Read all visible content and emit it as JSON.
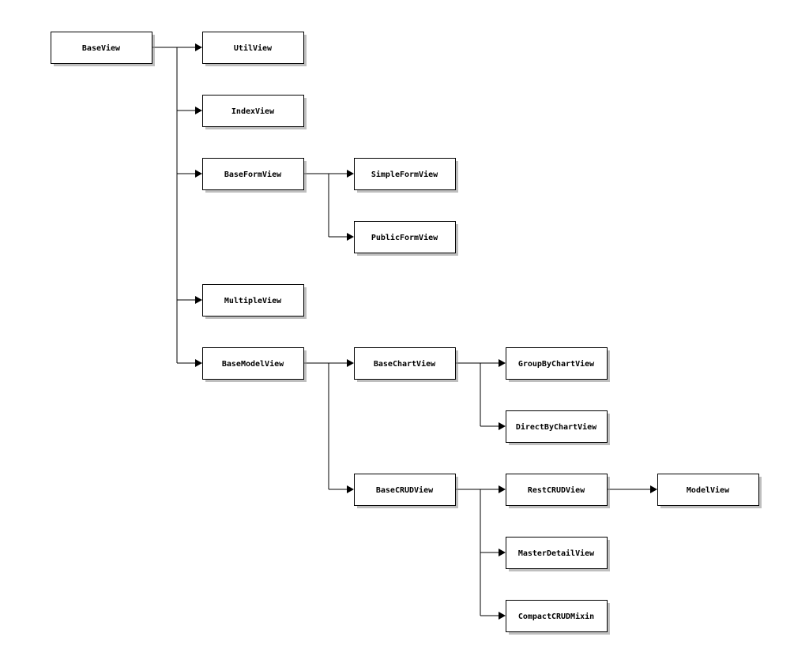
{
  "diagram": {
    "type": "class-hierarchy",
    "nodes": [
      {
        "id": "baseview",
        "label": "BaseView"
      },
      {
        "id": "utilview",
        "label": "UtilView"
      },
      {
        "id": "indexview",
        "label": "IndexView"
      },
      {
        "id": "baseformview",
        "label": "BaseFormView"
      },
      {
        "id": "simpleformview",
        "label": "SimpleFormView"
      },
      {
        "id": "publicformview",
        "label": "PublicFormView"
      },
      {
        "id": "multipleview",
        "label": "MultipleView"
      },
      {
        "id": "basemodelview",
        "label": "BaseModelView"
      },
      {
        "id": "basechartview",
        "label": "BaseChartView"
      },
      {
        "id": "groupbychartview",
        "label": "GroupByChartView"
      },
      {
        "id": "directbychartview",
        "label": "DirectByChartView"
      },
      {
        "id": "basecrudview",
        "label": "BaseCRUDView"
      },
      {
        "id": "restcrudview",
        "label": "RestCRUDView"
      },
      {
        "id": "modelview",
        "label": "ModelView"
      },
      {
        "id": "masterdetailview",
        "label": "MasterDetailView"
      },
      {
        "id": "compactcrudmixin",
        "label": "CompactCRUDMixin"
      }
    ],
    "edges": [
      {
        "from": "baseview",
        "to": "utilview"
      },
      {
        "from": "baseview",
        "to": "indexview"
      },
      {
        "from": "baseview",
        "to": "baseformview"
      },
      {
        "from": "baseview",
        "to": "multipleview"
      },
      {
        "from": "baseview",
        "to": "basemodelview"
      },
      {
        "from": "baseformview",
        "to": "simpleformview"
      },
      {
        "from": "baseformview",
        "to": "publicformview"
      },
      {
        "from": "basemodelview",
        "to": "basechartview"
      },
      {
        "from": "basemodelview",
        "to": "basecrudview"
      },
      {
        "from": "basechartview",
        "to": "groupbychartview"
      },
      {
        "from": "basechartview",
        "to": "directbychartview"
      },
      {
        "from": "basecrudview",
        "to": "restcrudview"
      },
      {
        "from": "basecrudview",
        "to": "masterdetailview"
      },
      {
        "from": "basecrudview",
        "to": "compactcrudmixin"
      },
      {
        "from": "restcrudview",
        "to": "modelview"
      }
    ]
  }
}
